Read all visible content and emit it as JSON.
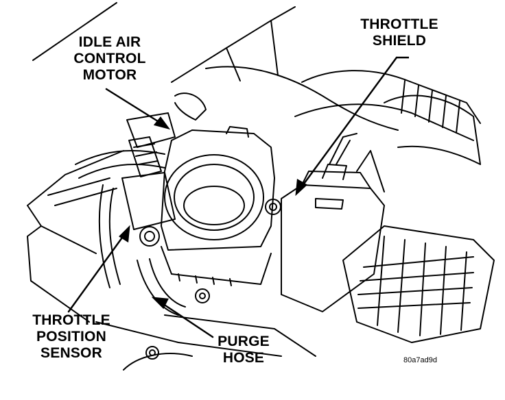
{
  "labels": {
    "idle_air_control_motor": [
      "IDLE AIR",
      "CONTROL",
      "MOTOR"
    ],
    "throttle_shield": [
      "THROTTLE",
      "SHIELD"
    ],
    "throttle_position_sensor": [
      "THROTTLE",
      "POSITION",
      "SENSOR"
    ],
    "purge_hose": [
      "PURGE",
      "HOSE"
    ]
  },
  "figure_ref": "80a7ad9d"
}
